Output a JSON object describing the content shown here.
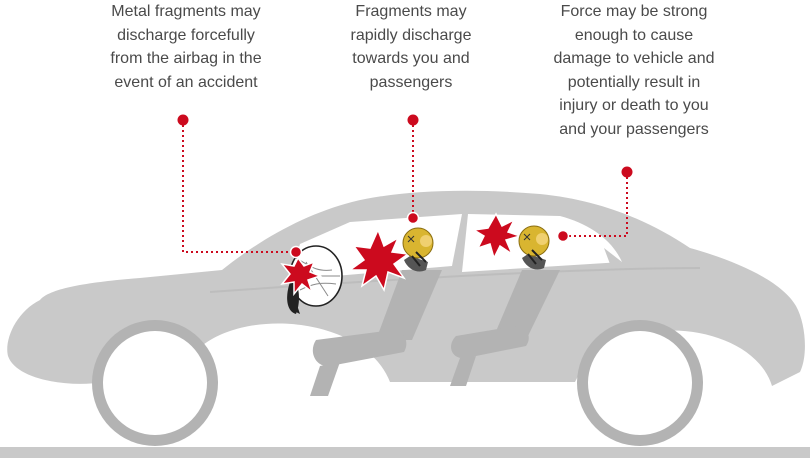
{
  "callouts": [
    {
      "id": "airbag-fragments",
      "text": "Metal fragments may\ndischarge forcefully\nfrom the airbag in the\nevent of an accident"
    },
    {
      "id": "rapid-discharge",
      "text": "Fragments may\nrapidly discharge\ntowards you and\npassengers"
    },
    {
      "id": "force-injury",
      "text": "Force may be strong\nenough to cause\ndamage to vehicle and\npotentially result in\ninjury or death to you\nand your passengers"
    }
  ],
  "colors": {
    "accent": "#cc0a1e",
    "car_body": "#c9c9c9",
    "car_shade": "#b3b3b3",
    "glass": "#ffffff",
    "text": "#4a4a4a",
    "ground": "#c9c9c9",
    "crash_dummy": "#d9b530"
  },
  "icons": [
    "car-illustration",
    "airbag-icon",
    "impact-burst-icon",
    "crash-dummy-icon",
    "seat-icon"
  ]
}
